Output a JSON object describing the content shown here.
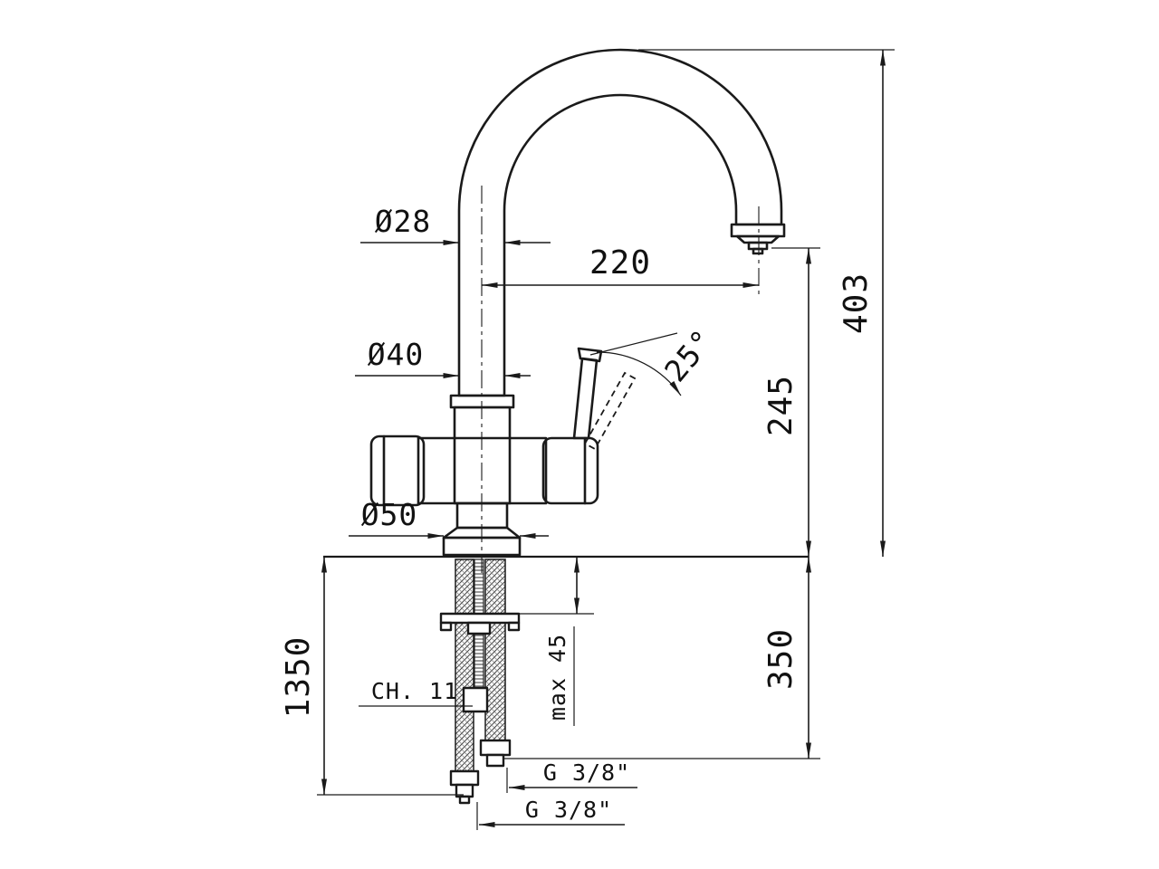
{
  "labels": {
    "dia_spout": "Ø28",
    "dia_body": "Ø40",
    "dia_base": "Ø50",
    "reach": "220",
    "height_total": "403",
    "height_spout": "245",
    "depth_under": "350",
    "hose_length": "1350",
    "max_thickness": "max 45",
    "handle_angle": "25°",
    "wrench_size": "CH. 11",
    "connection_hot": "G 3/8\"",
    "connection_cold": "G 3/8\""
  },
  "colors": {
    "line": "#1a1a1a",
    "background": "#ffffff"
  }
}
